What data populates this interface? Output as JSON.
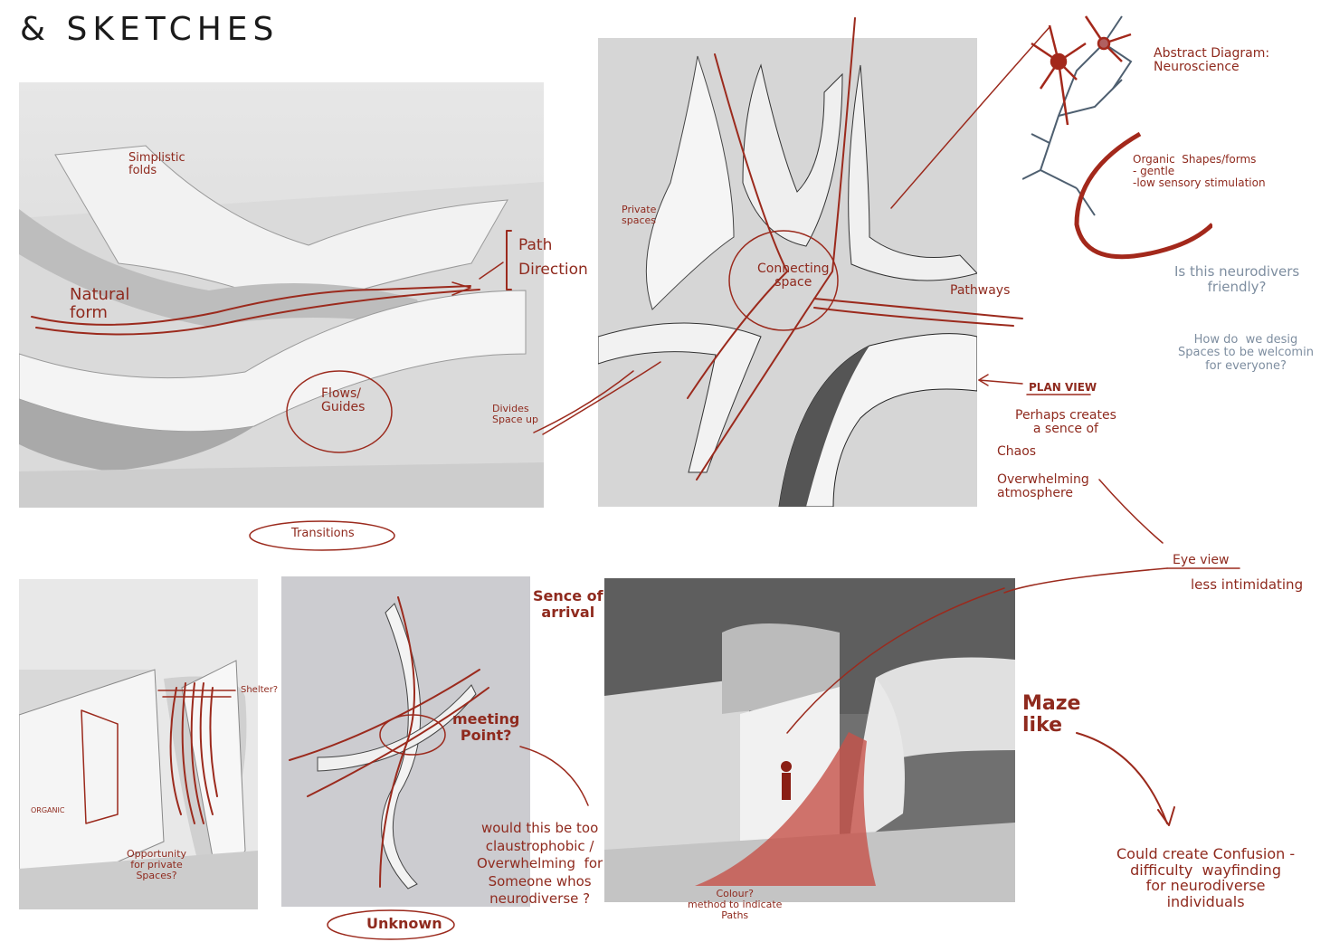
{
  "page_title": "& SKETCHES",
  "annotations": {
    "simplistic_folds": "Simplistic\nfolds",
    "natural_form": "Natural\nform",
    "path_direction": "Path\nDirection",
    "flows_guides": "Flows/\nGuides",
    "divides_space": "Divides\nSpace up",
    "transitions": "Transitions",
    "private_spaces": "Private\nspaces",
    "connecting_space": "Connecting\nspace",
    "pathways": "Pathways",
    "plan_view": "PLAN VIEW",
    "perhaps_creates": "Perhaps creates\na sence of",
    "chaos": "Chaos",
    "overwhelming": "Overwhelming\natmosphere",
    "abstract_diagram": "Abstract Diagram:\nNeuroscience",
    "organic_shapes": "Organic  Shapes/forms\n- gentle\n-low sensory stimulation",
    "is_this_friendly": "Is this neurodivers\nfriendly?",
    "how_do_we": "How do  we desig\nSpaces to be welcomin\nfor everyone?",
    "eye_view": "Eye view",
    "less_intimidating": "less intimidating",
    "shelter": "Shelter?",
    "organic_small": "ORGANIC",
    "opportunity": "Opportunity\nfor private\nSpaces?",
    "sence_of_arrival": "Sence of\narrival",
    "meeting_point": "meeting\nPoint?",
    "claustrophobic": "would this be too\nclaustrophobic /\nOverwhelming  for\nSomeone whos\nneurodiverse ?",
    "unknown": "Unknown",
    "colour": "Colour?\nmethod to indicate\nPaths",
    "maze_like": "Maze\nlike",
    "could_create": "Could create Confusion -\ndifficulty  wayfinding\nfor neurodiverse\nindividuals"
  },
  "colors": {
    "ink_red": "#9b2a1d",
    "ink_grey": "#7e8ea0",
    "paper_bg": "#cfcfcf"
  }
}
